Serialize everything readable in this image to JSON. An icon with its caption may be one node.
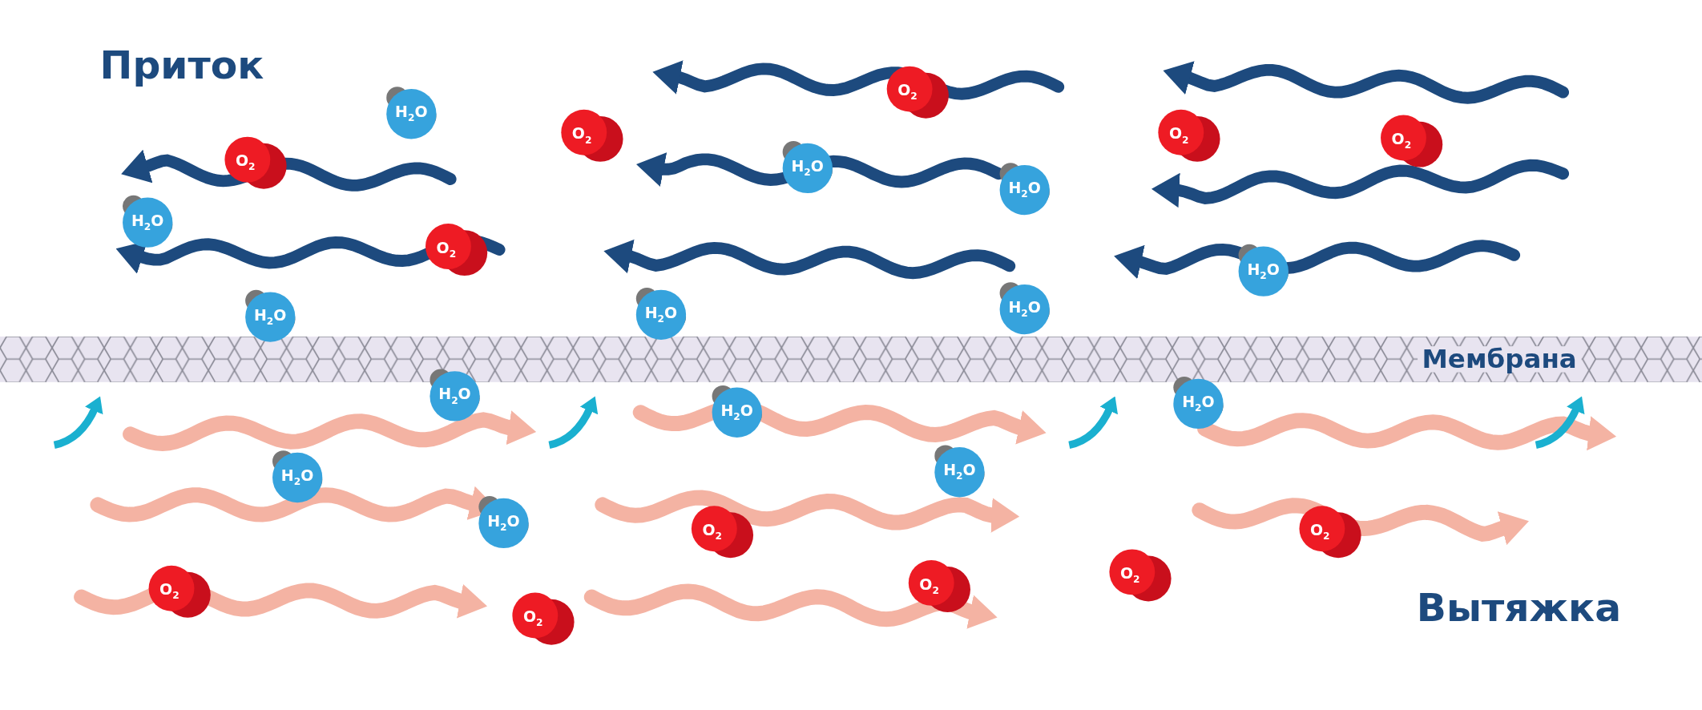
{
  "diagram": {
    "labels": [
      "Приток",
      "O$_{2}$",
      "H$_{2}$O",
      "O$_{2}$",
      "O$_{2}$",
      "O$_{2}$",
      "O$_{2}$",
      "H$_{2}$O",
      "H$_{2}$O",
      "H$_{2}$O",
      "O$_{2}$",
      "H$_{2}$O",
      "H$_{2}$O",
      "H$_{2}$O",
      "H$_{2}$O",
      "Мембрана",
      "H$_{2}$O",
      "H$_{2}$O",
      "H$_{2}$O",
      "H$_{2}$O",
      "H$_{2}$O",
      "H$_{2}$O",
      "O$_{2}$",
      "O$_{2}$",
      "O$_{2}$",
      "O$_{2}$",
      "O$_{2}$",
      "Вытяжка",
      "O$_{2}$"
    ]
  }
}
